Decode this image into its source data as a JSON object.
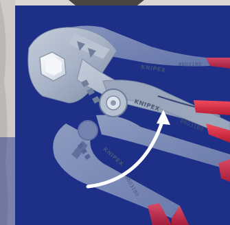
{
  "image": {
    "subject": "Knipex pliers wrench",
    "brand_text": "KNIPEX",
    "model_text": "8603180",
    "colors": {
      "background": "#1e2f87",
      "metal": "#a7b3c6",
      "metal_dark": "#6b7c98",
      "ghost_metal": "#8e9cc0",
      "handle_red": "#d8283f",
      "arrow": "#ffffff",
      "nut": "#e9edf3"
    }
  }
}
